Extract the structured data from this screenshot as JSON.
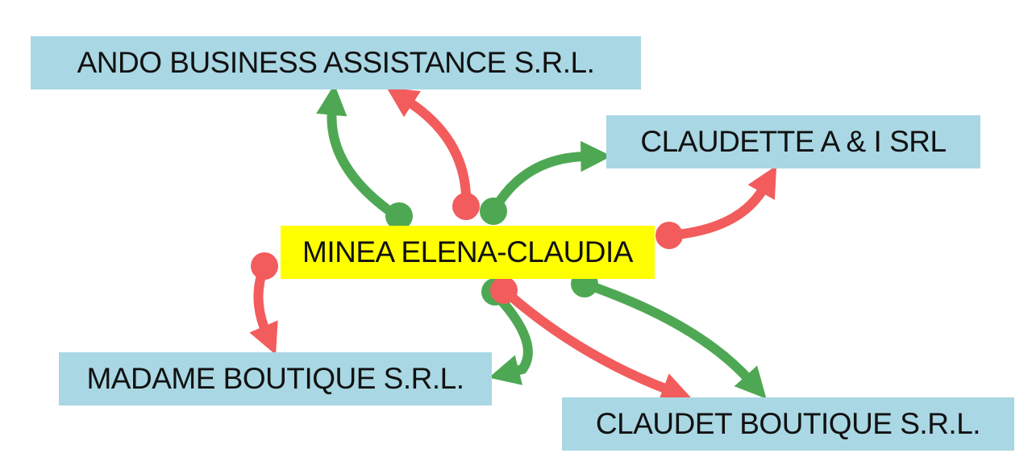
{
  "nodes": {
    "center": "MINEA ELENA-CLAUDIA",
    "ando": "ANDO BUSINESS ASSISTANCE S.R.L.",
    "claudette": "CLAUDETTE A & I SRL",
    "madame": "MADAME BOUTIQUE S.R.L.",
    "claudet": "CLAUDET BOUTIQUE S.R.L."
  },
  "colors": {
    "green": "#4ea853",
    "red": "#f25c5c",
    "box": "#a9d7e4",
    "center": "#ffff00"
  },
  "edges": [
    {
      "from": "center",
      "to": "ando",
      "color": "green"
    },
    {
      "from": "center",
      "to": "ando",
      "color": "red"
    },
    {
      "from": "center",
      "to": "claudette",
      "color": "green"
    },
    {
      "from": "center",
      "to": "claudette",
      "color": "red"
    },
    {
      "from": "center",
      "to": "madame",
      "color": "red"
    },
    {
      "from": "center",
      "to": "madame",
      "color": "green"
    },
    {
      "from": "center",
      "to": "claudet",
      "color": "red"
    },
    {
      "from": "center",
      "to": "claudet",
      "color": "green"
    }
  ]
}
